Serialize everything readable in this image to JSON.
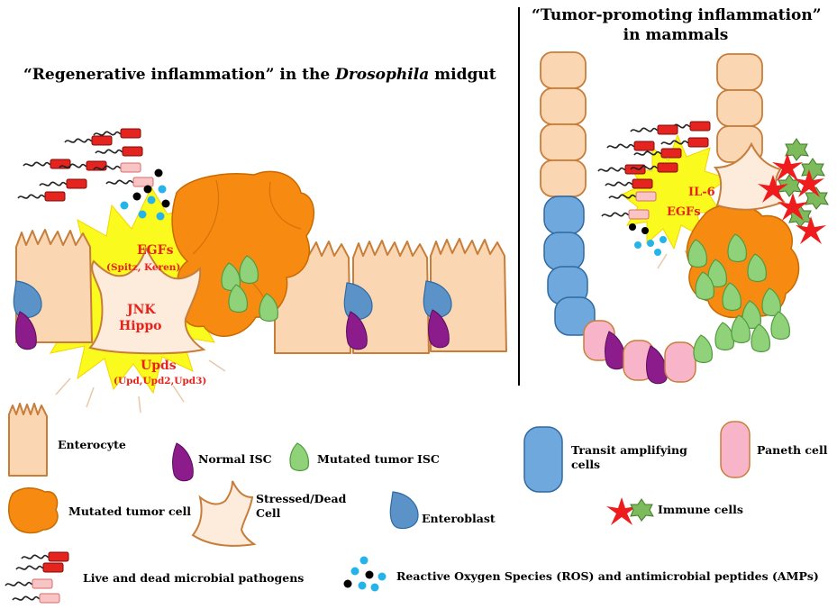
{
  "left_title": {
    "prefix": "“Regenerative inflammation” in the ",
    "italic": "Drosophila",
    "suffix": " midgut"
  },
  "right_title": {
    "line1": "“Tumor-promoting inflammation”",
    "line2": "in mammals"
  },
  "left_signals": {
    "egfs": "EGFs",
    "egfs_detail": "(Spitz, Keren)",
    "jnk": "JNK",
    "hippo": "Hippo",
    "upds": "Upds",
    "upds_detail": "(Upd,Upd2,Upd3)"
  },
  "right_signals": {
    "il6": "IL-6",
    "egfs": "EGFs"
  },
  "legend": {
    "enterocyte": "Enterocyte",
    "normal_isc": "Normal ISC",
    "mutated_tumor_isc": "Mutated tumor ISC",
    "transit_amplifying": "Transit amplifying cells",
    "transit_line1": "Transit amplifying",
    "transit_line2": "cells",
    "paneth": "Paneth cell",
    "mutated_tumor_cell": "Mutated tumor cell",
    "stressed_dead": "Stressed/Dead Cell",
    "stressed_line1": "Stressed/Dead",
    "stressed_line2": "Cell",
    "enteroblast": "Enteroblast",
    "immune": "Immune cells",
    "pathogens": "Live and dead microbial pathogens",
    "ros": "Reactive Oxygen Species (ROS) and antimicrobial peptides (AMPs)"
  },
  "colors": {
    "enterocyte_fill": "#fbd6b3",
    "enterocyte_stroke": "#c77e3a",
    "normal_isc": "#8c1b8c",
    "tumor_isc": "#90d27a",
    "tumor_cell": "#f78b12",
    "enteroblast": "#5b93c8",
    "transit": "#6fa8dc",
    "paneth": "#f8b5c9",
    "stress_burst": "#fafa1e",
    "immune_red": "#ee1c1c",
    "immune_green": "#7dba5b",
    "pathogen_live": "#e52420",
    "pathogen_dead": "#f9c4c4",
    "ros_blue": "#26b4e8",
    "ros_black": "#000000"
  }
}
